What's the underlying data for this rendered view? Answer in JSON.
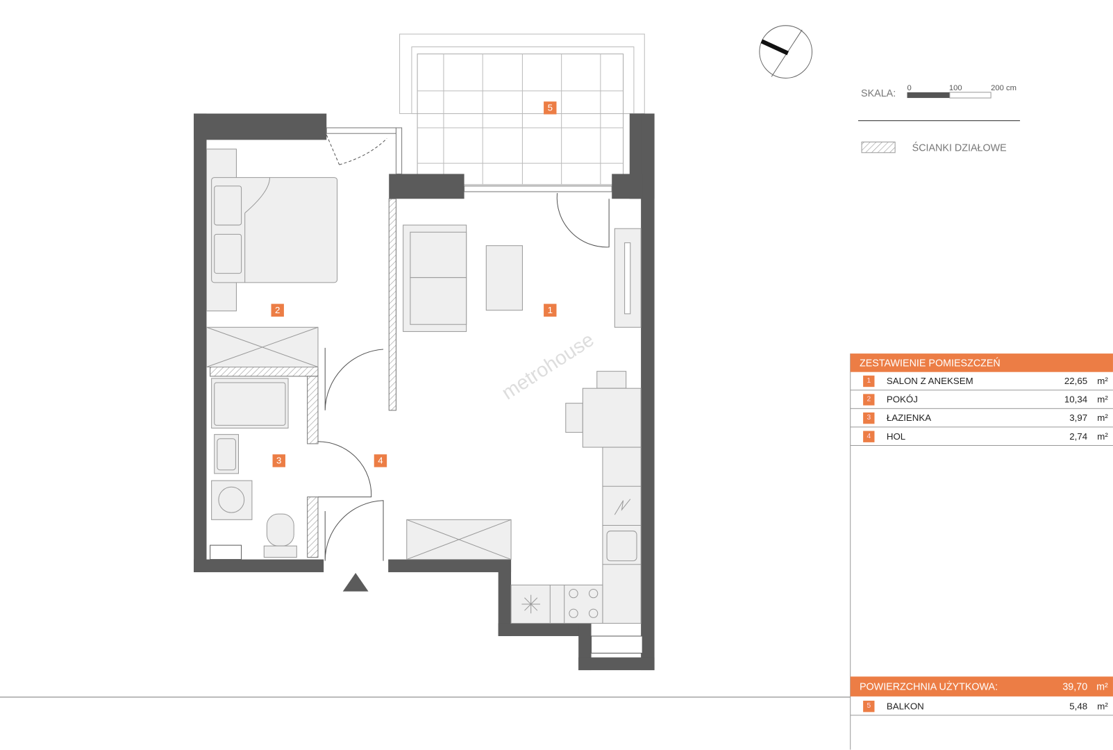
{
  "plan": {
    "room_labels": [
      "1",
      "2",
      "3",
      "4",
      "5"
    ],
    "watermark": "metrohouse"
  },
  "legend": {
    "scale_label": "SKALA:",
    "scale_ticks": [
      "0",
      "100",
      "200 cm"
    ],
    "partition_label": "ŚCIANKI DZIAŁOWE"
  },
  "table": {
    "title": "ZESTAWIENIE POMIESZCZEŃ",
    "rows": [
      {
        "num": "1",
        "name": "SALON Z ANEKSEM",
        "area": "22,65",
        "unit": "m²"
      },
      {
        "num": "2",
        "name": "POKÓJ",
        "area": "10,34",
        "unit": "m²"
      },
      {
        "num": "3",
        "name": "ŁAZIENKA",
        "area": "3,97",
        "unit": "m²"
      },
      {
        "num": "4",
        "name": "HOL",
        "area": "2,74",
        "unit": "m²"
      }
    ],
    "total_label": "POWIERZCHNIA UŻYTKOWA:",
    "total_area": "39,70",
    "total_unit": "m²",
    "extra": {
      "num": "5",
      "name": "BALKON",
      "area": "5,48",
      "unit": "m²"
    }
  },
  "colors": {
    "accent": "#ec7d45",
    "wall": "#5b5b5b",
    "furniture": "#efefef"
  }
}
